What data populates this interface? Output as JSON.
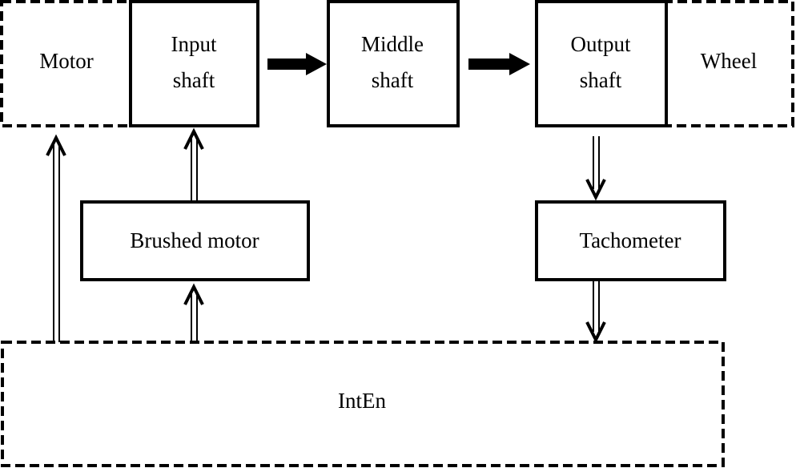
{
  "nodes": {
    "motor": {
      "label": "Motor"
    },
    "input_shaft": {
      "label_line1": "Input",
      "label_line2": "shaft"
    },
    "middle_shaft": {
      "label_line1": "Middle",
      "label_line2": "shaft"
    },
    "output_shaft": {
      "label_line1": "Output",
      "label_line2": "shaft"
    },
    "wheel": {
      "label": "Wheel"
    },
    "brushed_motor": {
      "label": "Brushed motor"
    },
    "tachometer": {
      "label": "Tachometer"
    },
    "inten": {
      "label": "IntEn"
    }
  },
  "colors": {
    "stroke": "#000000",
    "background": "#ffffff"
  }
}
